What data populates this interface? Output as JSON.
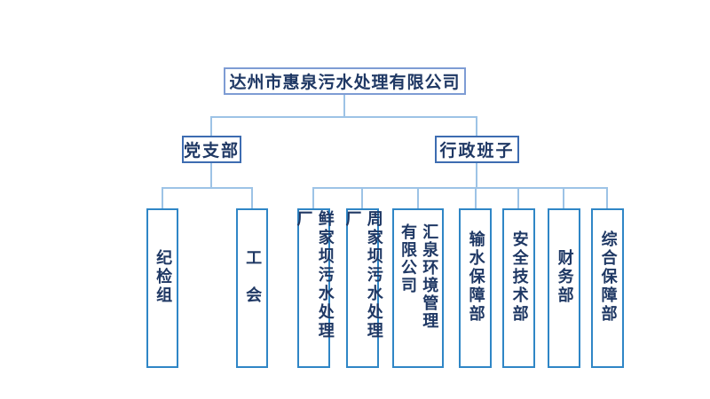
{
  "slide": {
    "background": "#ffffff"
  },
  "colors": {
    "connector": "#9DC3E6",
    "root_border": "#7E9CD4",
    "branch_border": "#3D6CB1",
    "leaf_border": "#2F86C6",
    "text": "#1F3864"
  },
  "org": {
    "root": {
      "label": "达州市惠泉污水处理有限公司"
    },
    "branches": [
      {
        "label": "党支部"
      },
      {
        "label": "行政班子"
      }
    ],
    "leaves": [
      {
        "label": "纪检组",
        "parent": "党支部"
      },
      {
        "label": "工　会",
        "parent": "党支部"
      },
      {
        "label": "鲜家坝污水处理厂",
        "parent": "行政班子"
      },
      {
        "label": "周家坝污水处理厂",
        "parent": "行政班子"
      },
      {
        "label": "汇泉环境管理\n有限公司",
        "parent": "行政班子"
      },
      {
        "label": "输水保障部",
        "parent": "行政班子"
      },
      {
        "label": "安全技术部",
        "parent": "行政班子"
      },
      {
        "label": "财务部",
        "parent": "行政班子"
      },
      {
        "label": "综合保障部",
        "parent": "行政班子"
      }
    ]
  }
}
